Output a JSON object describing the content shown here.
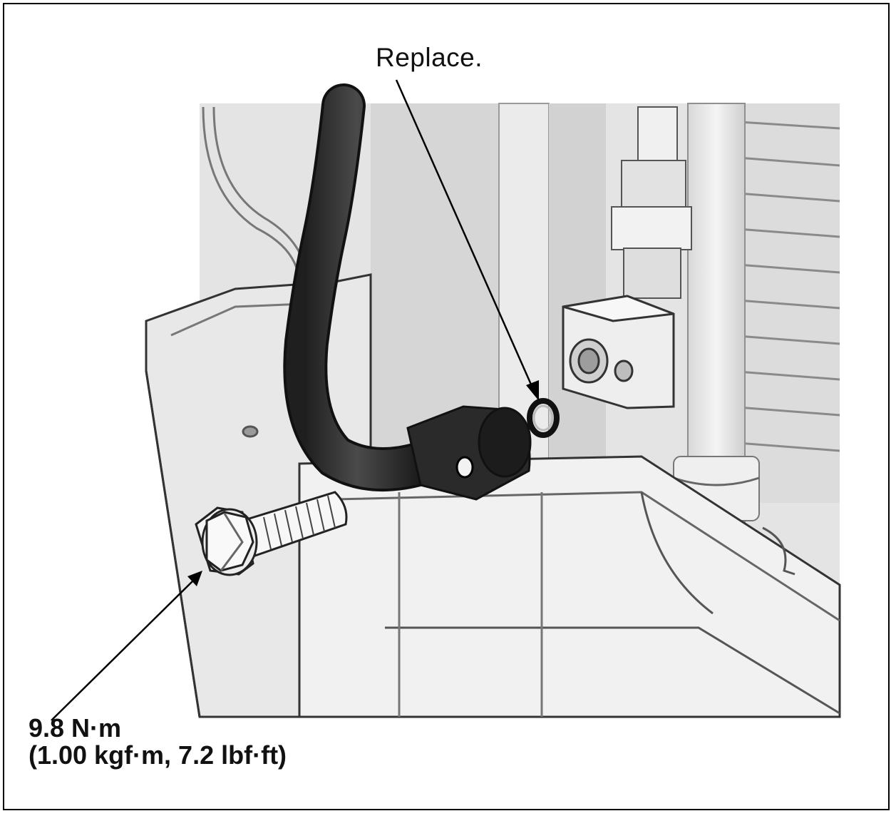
{
  "callouts": {
    "seal_ring": "Replace.",
    "torque_line1": "9.8 N·m",
    "torque_line2": "(1.00 kgf·m, 7.2 lbf·ft)"
  },
  "colors": {
    "hose": "#2b2b2b",
    "body": "#e9e9e9",
    "outline": "#333333"
  }
}
